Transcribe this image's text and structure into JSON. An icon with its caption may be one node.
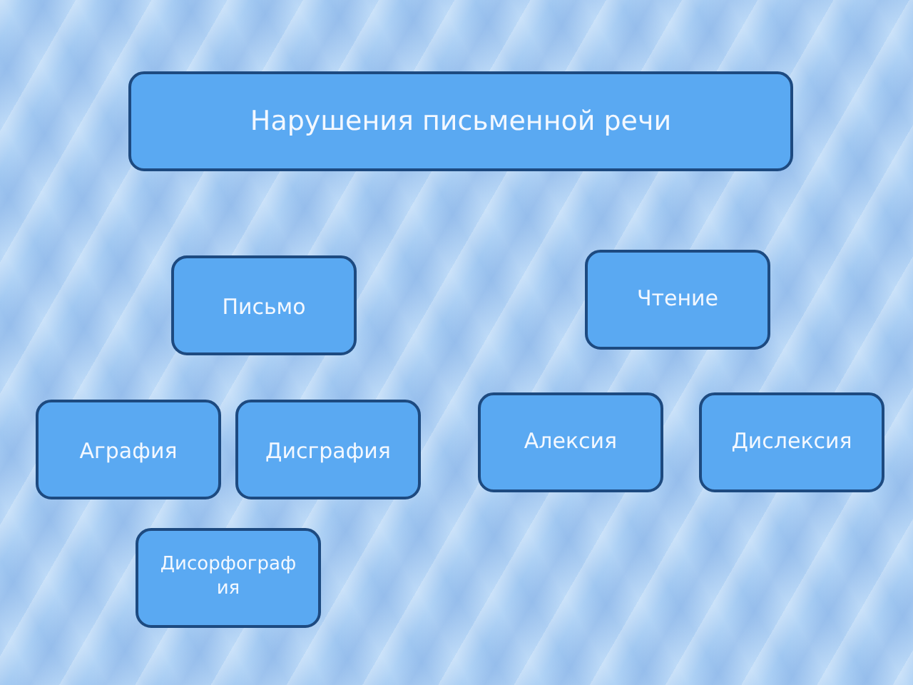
{
  "diagram": {
    "nodes": [
      {
        "text": [
          "Нарушения письменной речи"
        ]
      },
      {
        "text": [
          "Письмо"
        ]
      },
      {
        "text": [
          "Чтение"
        ]
      },
      {
        "text": [
          "Аграфия"
        ]
      },
      {
        "text": [
          "Дисграфия"
        ]
      },
      {
        "text": [
          "Алексия"
        ]
      },
      {
        "text": [
          "Дислексия"
        ]
      },
      {
        "text": [
          "Дисорфография"
        ]
      }
    ],
    "edges": []
  }
}
